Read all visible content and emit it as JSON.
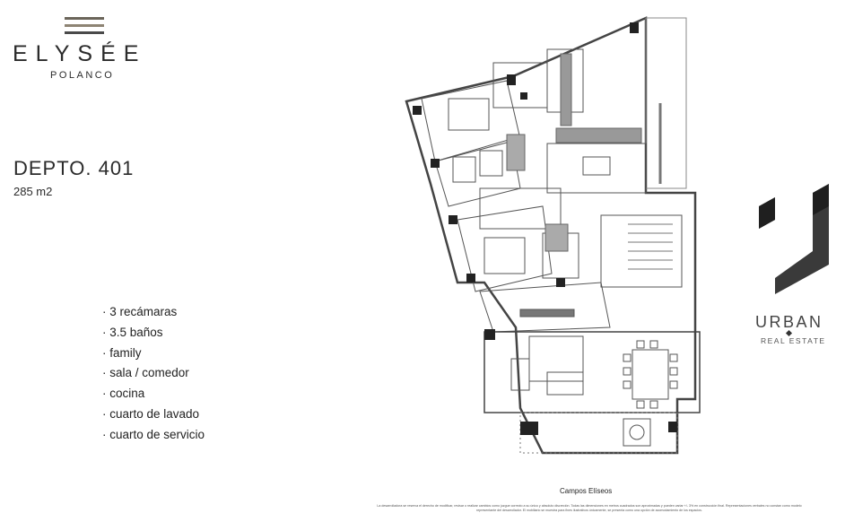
{
  "brand": {
    "name": "ELYSÉE",
    "location": "POLANCO"
  },
  "unit": {
    "title": "DEPTO. 401",
    "area": "285 m2"
  },
  "features": [
    "3 recámaras",
    "3.5 baños",
    "family",
    "sala / comedor",
    "cocina",
    "cuarto de lavado",
    "cuarto de servicio"
  ],
  "plan": {
    "street_label": "Campos Elíseos",
    "disclaimer": "La desarrolladora se reserva el derecho de modificar, revisar o realizar cambios como juzgue correcto a su único y absoluto discreción. Todas las dimensiones en metros cuadrados son aproximadas y pueden variar +/- 3% en construcción final. Representaciones verbales no constan como modelo representante del desarrollador. El mobiliario se muestra para fines ilustrativos únicamente, se presenta como una opción de acomodamiento de los espacios."
  },
  "developer": {
    "name": "URBAN",
    "subtitle": "REAL ESTATE"
  },
  "colors": {
    "text": "#2b2b2b",
    "logo_bar": "#8e8474",
    "urban_mark": "#3a3a3a"
  }
}
